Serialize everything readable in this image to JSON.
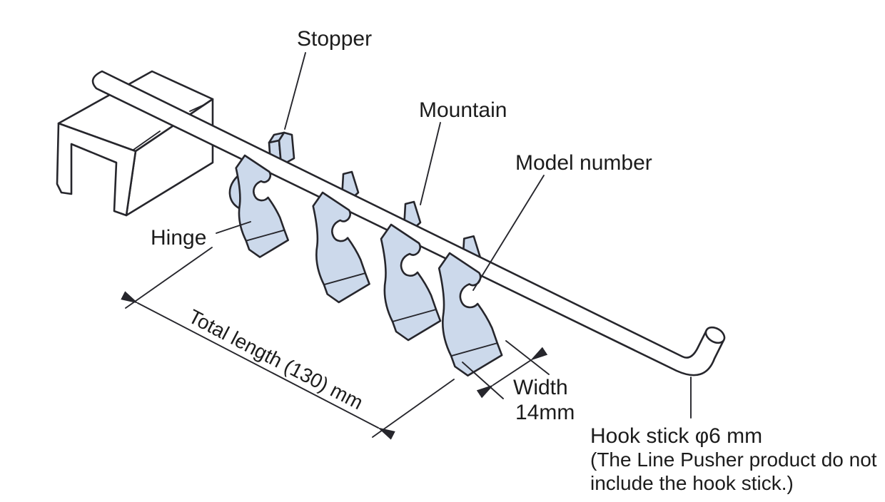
{
  "diagram": {
    "part_labels": {
      "stopper": "Stopper",
      "mountain": "Mountain",
      "model_number": "Model number",
      "hinge": "Hinge"
    },
    "dimensions": {
      "total_length": "Total length (130) mm",
      "width_label": "Width",
      "width_value": "14mm"
    },
    "hook_stick": {
      "label": "Hook stick φ6 mm",
      "note_line1": "(The Line Pusher product do not",
      "note_line2": "include the hook stick.)"
    },
    "colors": {
      "background": "#ffffff",
      "outline": "#26262c",
      "part_fill": "#ccd9eb",
      "text": "#1c1c1c"
    }
  }
}
